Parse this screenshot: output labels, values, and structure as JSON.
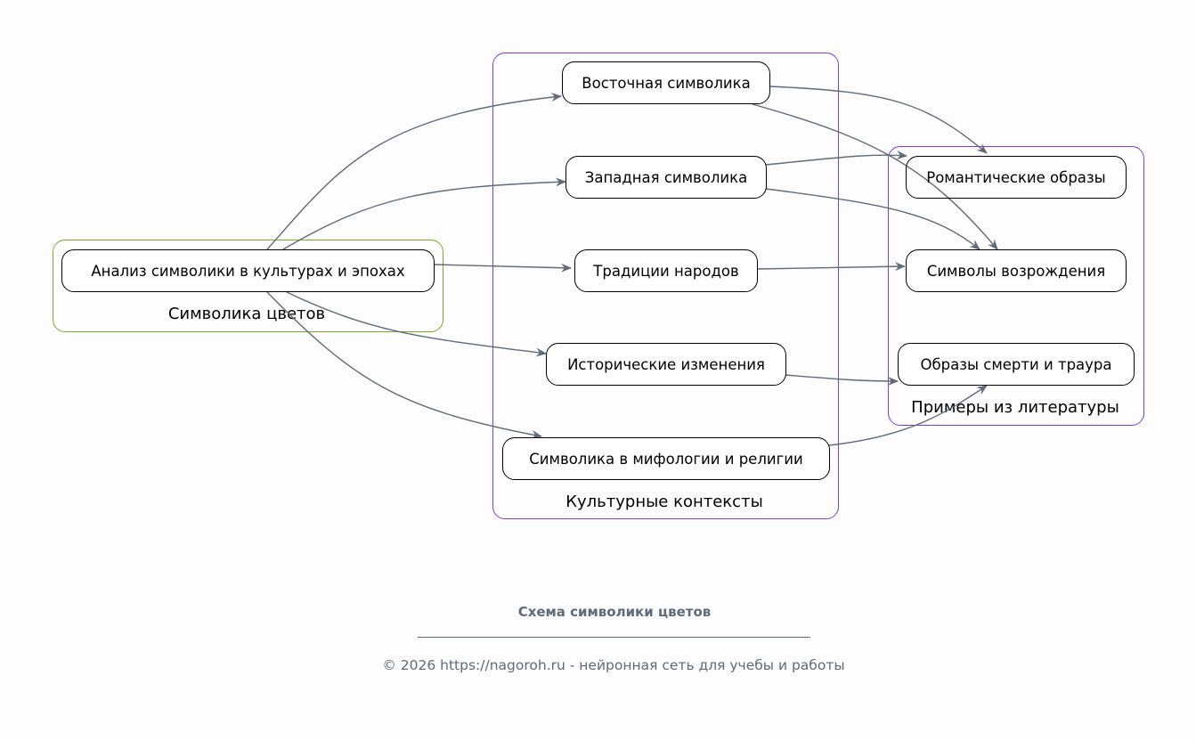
{
  "clusters": {
    "colors": "Символика цветов",
    "contexts": "Культурные контексты",
    "examples": "Примеры из литературы"
  },
  "nodes": {
    "analysis": "Анализ символики в культурах и эпохах",
    "eastern": "Восточная символика",
    "western": "Западная символика",
    "traditions": "Традиции народов",
    "historical": "Исторические изменения",
    "mythology": "Символика в мифологии и религии",
    "romantic": "Романтические образы",
    "revival": "Символы возрождения",
    "death": "Образы смерти и траура"
  },
  "edges": [
    [
      "analysis",
      "eastern"
    ],
    [
      "analysis",
      "western"
    ],
    [
      "analysis",
      "traditions"
    ],
    [
      "analysis",
      "historical"
    ],
    [
      "analysis",
      "mythology"
    ],
    [
      "eastern",
      "romantic"
    ],
    [
      "eastern",
      "revival"
    ],
    [
      "western",
      "romantic"
    ],
    [
      "western",
      "revival"
    ],
    [
      "traditions",
      "revival"
    ],
    [
      "historical",
      "death"
    ],
    [
      "mythology",
      "death"
    ]
  ],
  "colors": {
    "edge": "#5f6b78",
    "cluster_green": "#7aab2f",
    "cluster_purple": "#7b3fd0"
  },
  "footer": {
    "title": "Схема символики цветов",
    "copyright": "© 2026 https://nagoroh.ru - нейронная сеть для учебы и работы"
  }
}
